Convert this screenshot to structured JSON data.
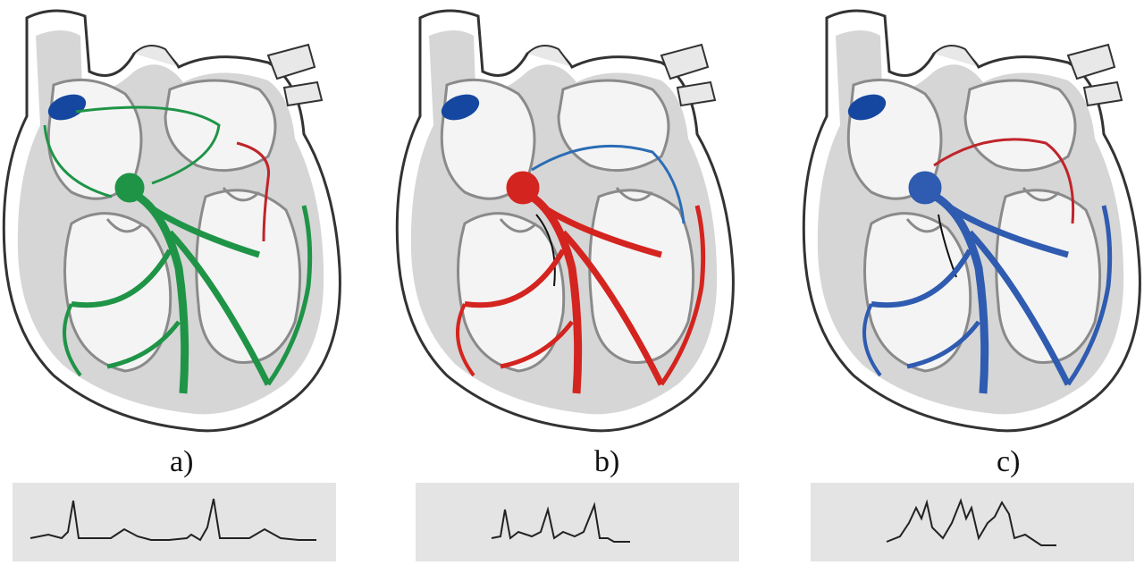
{
  "panels": [
    {
      "caption": "a)",
      "color": "#1f9447",
      "rhythm": "regular"
    },
    {
      "caption": "b)",
      "color": "#d4241f",
      "rhythm": "fast"
    },
    {
      "caption": "c)",
      "color": "#2f5bb0",
      "rhythm": "fused"
    }
  ],
  "colors": {
    "heart_wall": "#ffffff",
    "heart_outline": "#333333",
    "heart_shadow": "#8a8a8a",
    "sa_node": "#1547a0",
    "ecg_background": "#e4e4e4",
    "ecg_trace": "#222222",
    "arrow_red": "#c0242a",
    "arrow_blue": "#2b6cb5",
    "arrow_black": "#111111"
  }
}
